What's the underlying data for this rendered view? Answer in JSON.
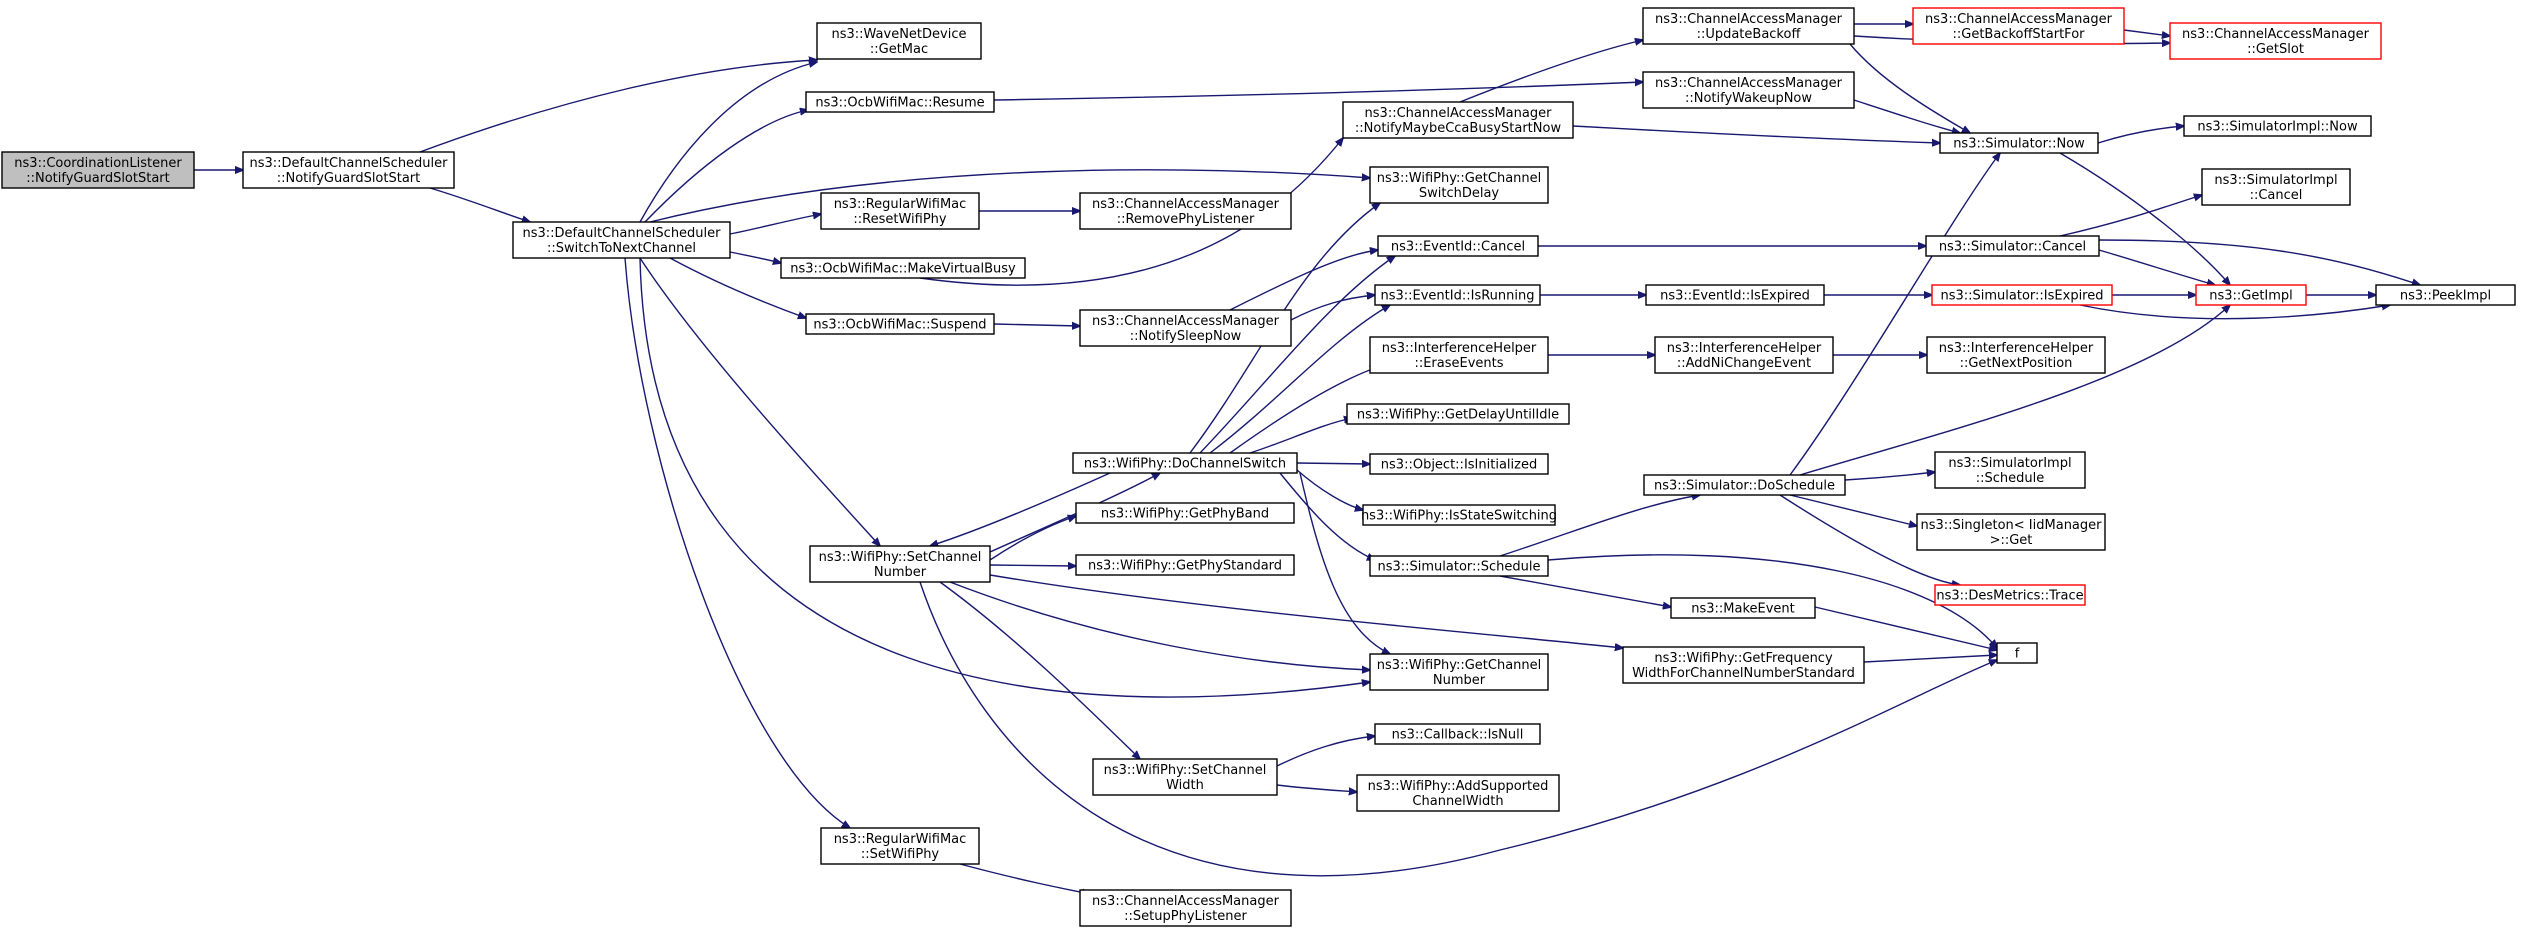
{
  "colors": {
    "edge": "#191970",
    "root_fill": "#bfbfbf",
    "truncated_border": "#ff0000",
    "border": "#000000"
  },
  "nodes": {
    "coordListener": {
      "lines": [
        "ns3::CoordinationListener",
        "::NotifyGuardSlotStart"
      ]
    },
    "dcsNotify": {
      "lines": [
        "ns3::DefaultChannelScheduler",
        "::NotifyGuardSlotStart"
      ]
    },
    "dcsSwitch": {
      "lines": [
        "ns3::DefaultChannelScheduler",
        "::SwitchToNextChannel"
      ]
    },
    "waveGetMac": {
      "lines": [
        "ns3::WaveNetDevice",
        "::GetMac"
      ]
    },
    "ocbResume": {
      "lines": [
        "ns3::OcbWifiMac::Resume"
      ]
    },
    "rwmReset": {
      "lines": [
        "ns3::RegularWifiMac",
        "::ResetWifiPhy"
      ]
    },
    "ocbBusy": {
      "lines": [
        "ns3::OcbWifiMac::MakeVirtualBusy"
      ]
    },
    "ocbSuspend": {
      "lines": [
        "ns3::OcbWifiMac::Suspend"
      ]
    },
    "setChanNum": {
      "lines": [
        "ns3::WifiPhy::SetChannel",
        "Number"
      ]
    },
    "rwmSetPhy": {
      "lines": [
        "ns3::RegularWifiMac",
        "::SetWifiPhy"
      ]
    },
    "camRemove": {
      "lines": [
        "ns3::ChannelAccessManager",
        "::RemovePhyListener"
      ]
    },
    "camSleep": {
      "lines": [
        "ns3::ChannelAccessManager",
        "::NotifySleepNow"
      ]
    },
    "doChanSwitch": {
      "lines": [
        "ns3::WifiPhy::DoChannelSwitch"
      ]
    },
    "getPhyBand": {
      "lines": [
        "ns3::WifiPhy::GetPhyBand"
      ]
    },
    "getPhyStd": {
      "lines": [
        "ns3::WifiPhy::GetPhyStandard"
      ]
    },
    "setChanWidth": {
      "lines": [
        "ns3::WifiPhy::SetChannel",
        "Width"
      ]
    },
    "camSetup": {
      "lines": [
        "ns3::ChannelAccessManager",
        "::SetupPhyListener"
      ]
    },
    "camCca": {
      "lines": [
        "ns3::ChannelAccessManager",
        "::NotifyMaybeCcaBusyStartNow"
      ]
    },
    "getSwitchDelay": {
      "lines": [
        "ns3::WifiPhy::GetChannel",
        "SwitchDelay"
      ]
    },
    "evCancel": {
      "lines": [
        "ns3::EventId::Cancel"
      ]
    },
    "evRunning": {
      "lines": [
        "ns3::EventId::IsRunning"
      ]
    },
    "ihErase": {
      "lines": [
        "ns3::InterferenceHelper",
        "::EraseEvents"
      ]
    },
    "getDelayIdle": {
      "lines": [
        "ns3::WifiPhy::GetDelayUntilIdle"
      ]
    },
    "objInit": {
      "lines": [
        "ns3::Object::IsInitialized"
      ]
    },
    "isStateSw": {
      "lines": [
        "ns3::WifiPhy::IsStateSwitching"
      ]
    },
    "simSchedule": {
      "lines": [
        "ns3::Simulator::Schedule"
      ]
    },
    "getChanNum": {
      "lines": [
        "ns3::WifiPhy::GetChannel",
        "Number"
      ]
    },
    "cbIsNull": {
      "lines": [
        "ns3::Callback::IsNull"
      ]
    },
    "addSuppWidth": {
      "lines": [
        "ns3::WifiPhy::AddSupported",
        "ChannelWidth"
      ]
    },
    "camUpdate": {
      "lines": [
        "ns3::ChannelAccessManager",
        "::UpdateBackoff"
      ]
    },
    "camWakeup": {
      "lines": [
        "ns3::ChannelAccessManager",
        "::NotifyWakeupNow"
      ]
    },
    "evIsExpired": {
      "lines": [
        "ns3::EventId::IsExpired"
      ]
    },
    "ihAddNi": {
      "lines": [
        "ns3::InterferenceHelper",
        "::AddNiChangeEvent"
      ]
    },
    "simDoSchedule": {
      "lines": [
        "ns3::Simulator::DoSchedule"
      ]
    },
    "makeEvent": {
      "lines": [
        "ns3::MakeEvent"
      ]
    },
    "getFreqWidth": {
      "lines": [
        "ns3::WifiPhy::GetFrequency",
        "WidthForChannelNumberStandard"
      ]
    },
    "camBackoffStart": {
      "lines": [
        "ns3::ChannelAccessManager",
        "::GetBackoffStartFor"
      ]
    },
    "simNow": {
      "lines": [
        "ns3::Simulator::Now"
      ]
    },
    "simCancel": {
      "lines": [
        "ns3::Simulator::Cancel"
      ]
    },
    "simIsExpired": {
      "lines": [
        "ns3::Simulator::IsExpired"
      ]
    },
    "ihNextPos": {
      "lines": [
        "ns3::InterferenceHelper",
        "::GetNextPosition"
      ]
    },
    "simImplSched": {
      "lines": [
        "ns3::SimulatorImpl",
        "::Schedule"
      ]
    },
    "singleton": {
      "lines": [
        "ns3::Singleton< IidManager",
        ">::Get"
      ]
    },
    "desTrace": {
      "lines": [
        "ns3::DesMetrics::Trace"
      ]
    },
    "fNode": {
      "lines": [
        "f"
      ]
    },
    "camGetSlot": {
      "lines": [
        "ns3::ChannelAccessManager",
        "::GetSlot"
      ]
    },
    "simImplNow": {
      "lines": [
        "ns3::SimulatorImpl::Now"
      ]
    },
    "simImplCancel": {
      "lines": [
        "ns3::SimulatorImpl",
        "::Cancel"
      ]
    },
    "getImpl": {
      "lines": [
        "ns3::GetImpl"
      ]
    },
    "peekImpl": {
      "lines": [
        "ns3::PeekImpl"
      ]
    }
  }
}
